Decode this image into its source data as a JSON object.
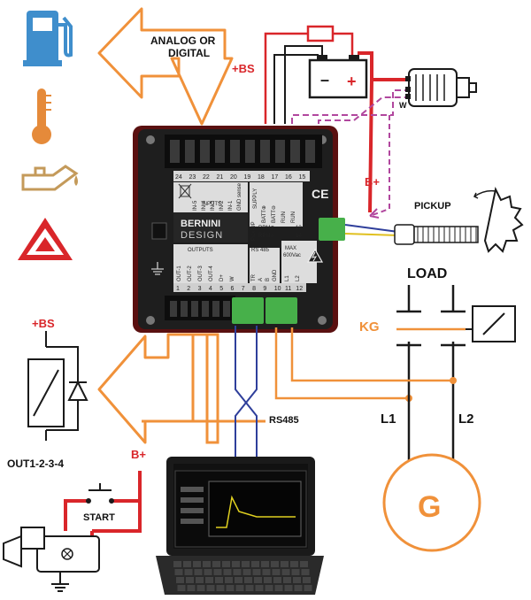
{
  "callouts": {
    "analog_digital": [
      "ANALOG OR",
      "DIGITAL"
    ],
    "plus_bs_top": "+BS",
    "plus_bs_left": "+BS",
    "b_plus_right": "B+",
    "b_plus_left": "B+",
    "pickup": "PICKUP",
    "load": "LOAD",
    "kg": "KG",
    "l1": "L1",
    "l2": "L2",
    "generator": "G",
    "rs485": "RS485",
    "start": "START",
    "out": "OUT1-2-3-4",
    "w": "W",
    "battery_minus": "–",
    "battery_plus": "+"
  },
  "controller": {
    "brand_top": "BERNINI",
    "brand_bottom": "DESIGN",
    "inputs_title": "INPUTS",
    "outputs_title": "OUTPUTS",
    "supply_title": "SUPPLY",
    "ce": "CE",
    "max_label": [
      "MAX",
      "600Vac"
    ],
    "rs485_block": "RS 485",
    "top_numbers": [
      "24",
      "23",
      "22",
      "21",
      "20",
      "19",
      "18",
      "17",
      "16",
      "15"
    ],
    "input_labels": [
      "IN-5",
      "IN-4",
      "IN-3",
      "IN-2",
      "IN-1",
      "GND sense"
    ],
    "supply_labels": [
      "BATT⊕",
      "BATT⊖",
      "RUN",
      "RUN"
    ],
    "pickup_labels": [
      "Pick-UP",
      "RPM⊕",
      "RPM⊖",
      "13",
      "14"
    ],
    "output_labels": [
      "OUT-1",
      "OUT-2",
      "OUT-3",
      "OUT-4",
      "D+",
      "W"
    ],
    "rs485_labels": [
      "TR",
      "A",
      "B",
      "GND"
    ],
    "ac_labels": [
      "L1",
      "L2"
    ],
    "bottom_numbers": [
      "1",
      "2",
      "3",
      "4",
      "5",
      "6",
      "7",
      "8",
      "9",
      "10",
      "11",
      "12"
    ]
  },
  "colors": {
    "orange": "#f0913a",
    "red": "#d9262a",
    "purple": "#b1479e",
    "blue": "#2f3f9b",
    "black": "#1a1a1a",
    "blue_icon": "#3f8ecc"
  },
  "icons": [
    "fuel-pump-icon",
    "thermometer-icon",
    "oil-can-icon",
    "warning-triangle-icon"
  ]
}
